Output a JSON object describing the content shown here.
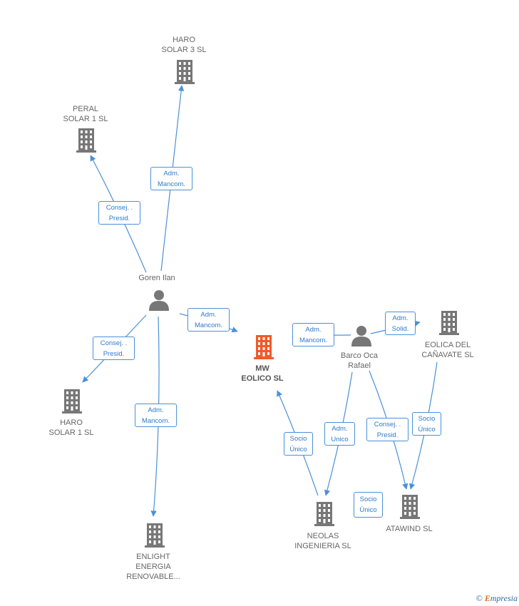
{
  "nodes": {
    "haro_solar_3": {
      "label": "HARO\nSOLAR 3  SL",
      "type": "company"
    },
    "peral_solar_1": {
      "label": "PERAL\nSOLAR 1  SL",
      "type": "company"
    },
    "goren_ilan": {
      "label": "Goren Ilan",
      "type": "person"
    },
    "haro_solar_1": {
      "label": "HARO\nSOLAR 1  SL",
      "type": "company"
    },
    "enlight": {
      "label": "ENLIGHT\nENERGIA\nRENOVABLE...",
      "type": "company"
    },
    "mw_eolico": {
      "label": "MW\nEOLICO  SL",
      "type": "company-main"
    },
    "barco_oca": {
      "label": "Barco Oca\nRafael",
      "type": "person"
    },
    "eolica_canavate": {
      "label": "EOLICA DEL\nCAÑAVATE  SL",
      "type": "company"
    },
    "neolas": {
      "label": "NEOLAS\nINGENIERIA SL",
      "type": "company"
    },
    "atawind": {
      "label": "ATAWIND  SL",
      "type": "company"
    }
  },
  "edges": {
    "goren_haro3": "Adm.\nMancom.",
    "goren_peral": "Consej. .\nPresid.",
    "goren_mw": "Adm.\nMancom.",
    "goren_haro1": "Consej. .\nPresid.",
    "goren_enlight": "Adm.\nMancom.",
    "barco_mw": "Adm.\nMancom.",
    "barco_eolica": "Adm.\nSolid.",
    "barco_neolas": "Adm.\nUnico",
    "barco_atawind": "Consej. .\nPresid.",
    "eolica_atawind": "Socio\nÚnico",
    "neolas_mw": "Socio\nÚnico",
    "neolas_atawind": "Socio\nÚnico"
  },
  "colors": {
    "edge": "#4a90d9",
    "company_icon": "#777777",
    "main_icon": "#f05a28",
    "person_icon": "#777777"
  },
  "watermark": {
    "symbol": "©",
    "brand_first": "E",
    "brand_rest": "mpresia"
  }
}
